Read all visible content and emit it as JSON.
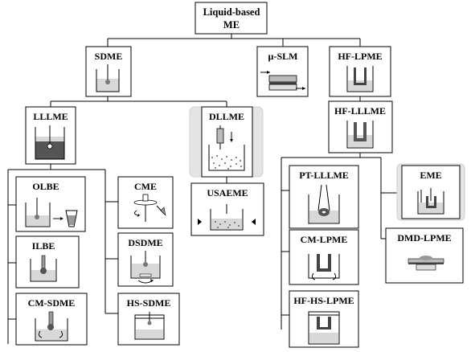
{
  "diagram": {
    "root": {
      "line1": "Liquid-based",
      "line2": "ME"
    },
    "nodes": {
      "sdme": "SDME",
      "mu_slm": "µ-SLM",
      "hf_lpme": "HF-LPME",
      "lllme": "LLLME",
      "dllme": "DLLME",
      "hf_lllme": "HF-LLLME",
      "olbe": "OLBE",
      "cme": "CME",
      "usaeme": "USAEME",
      "pt_lllme": "PT-LLLME",
      "eme": "EME",
      "ilbe": "ILBE",
      "dsdme": "DSDME",
      "cm_lpme": "CM-LPME",
      "dmd_lpme": "DMD-LPME",
      "cm_sdme": "CM-SDME",
      "hs_sdme": "HS-SDME",
      "hf_hs_lpme": "HF-HS-LPME"
    },
    "highlighted": [
      "DLLME",
      "EME"
    ],
    "colors": {
      "line": "#000000",
      "highlight": "#e4e4e4",
      "box": "#ffffff"
    }
  }
}
